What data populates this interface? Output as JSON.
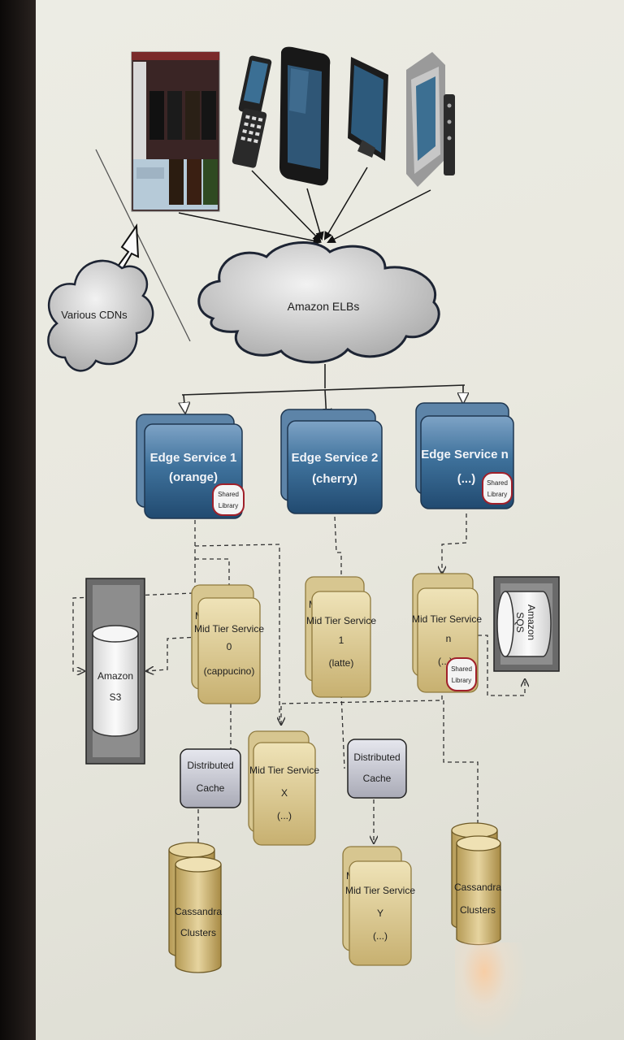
{
  "cdn_cloud": {
    "label": "Various CDNs"
  },
  "elb_cloud": {
    "label": "Amazon ELBs"
  },
  "devices": [
    {
      "icon": "web-browser-screenshot-icon"
    },
    {
      "icon": "mobile-phone-icon"
    },
    {
      "icon": "tablet-icon"
    },
    {
      "icon": "tv-icon"
    },
    {
      "icon": "game-console-icon"
    }
  ],
  "edge_services": [
    {
      "line1": "Edge Service 1",
      "line2": "(orange)",
      "badge": [
        "Shared",
        "Library"
      ]
    },
    {
      "line1": "Edge Service 2",
      "line2": "(cherry)"
    },
    {
      "line1": "Edge Service n",
      "line2": "(...)",
      "badge": [
        "Shared",
        "Library"
      ]
    }
  ],
  "mid_tier_services": [
    {
      "lines": [
        "Mid Tier Service",
        "0",
        "(cappucino)"
      ],
      "peek": "M"
    },
    {
      "lines": [
        "Mid Tier Service",
        "1",
        "(latte)"
      ],
      "peek": "M"
    },
    {
      "lines": [
        "Mid Tier Service",
        "n",
        "(...)"
      ],
      "badge": [
        "Shared",
        "Library"
      ]
    },
    {
      "lines": [
        "Mid Tier Service",
        "X",
        "(...)"
      ]
    },
    {
      "lines": [
        "Mid Tier Service",
        "Y",
        "(...)"
      ],
      "peek": "M"
    }
  ],
  "storage": {
    "s3": [
      "Amazon",
      "S3"
    ],
    "sqs": [
      "Amazon",
      "SQS"
    ]
  },
  "caches": [
    [
      "Distributed",
      "Cache"
    ],
    [
      "Distributed",
      "Cache"
    ]
  ],
  "cassandra": [
    [
      "Cassandra",
      "Clusters"
    ],
    [
      "Cassandra",
      "Clusters"
    ]
  ],
  "colors": {
    "edge_fill": "#3d6f99",
    "mid_fill": "#d9c88c",
    "cache_fill": "#c5c6d0",
    "cloud_fill": "#cfcfcf"
  }
}
